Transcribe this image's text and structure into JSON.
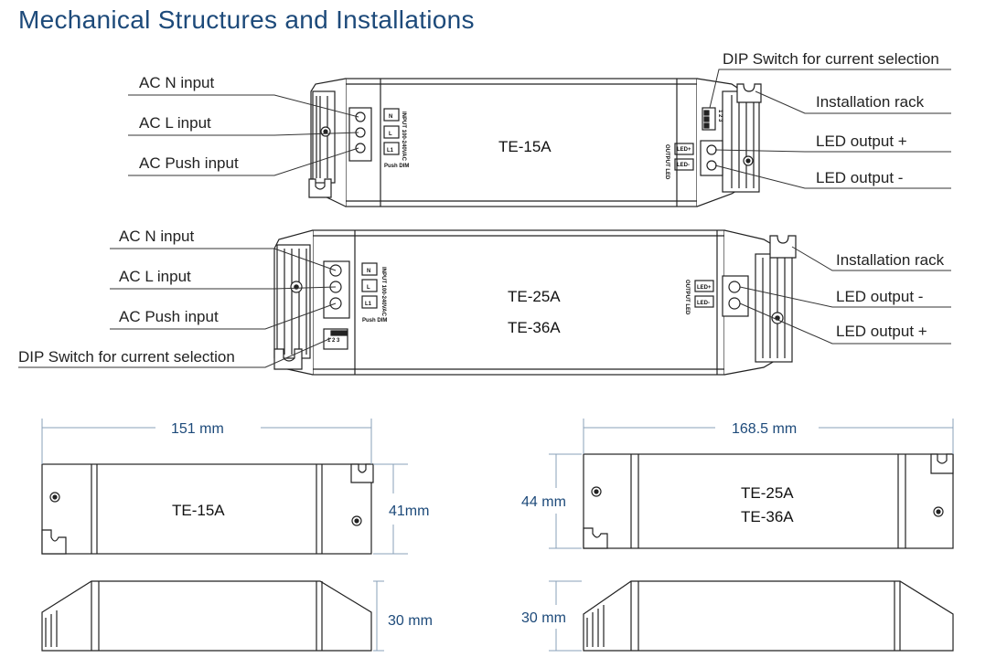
{
  "title": "Mechanical Structures and Installations",
  "top_device": {
    "model": "TE-15A",
    "labels": {
      "ac_n": "AC N input",
      "ac_l": "AC L input",
      "ac_push": "AC Push input",
      "dip": "DIP Switch for current selection",
      "rack": "Installation rack",
      "led_plus": "LED output +",
      "led_minus": "LED output -"
    },
    "terminals": [
      "N",
      "L",
      "L1"
    ],
    "input_text": "INPUT 100-240VAC",
    "push_text": "Push DIM",
    "led_terminals": [
      "LED+",
      "LED-"
    ],
    "led_text": "OUTPUT LED",
    "dip_numbers": "1 2 3"
  },
  "mid_device": {
    "model_1": "TE-25A",
    "model_2": "TE-36A",
    "labels": {
      "ac_n": "AC N input",
      "ac_l": "AC L input",
      "ac_push": "AC Push input",
      "dip": "DIP Switch for current selection",
      "rack": "Installation rack",
      "led_minus": "LED output -",
      "led_plus": "LED output +"
    },
    "terminals": [
      "N",
      "L",
      "L1"
    ],
    "input_text": "INPUT 100-240VAC",
    "push_text": "Push DIM",
    "led_terminals": [
      "LED+",
      "LED-"
    ],
    "led_text": "OUTPUT LED",
    "dip_numbers": "1 2 3"
  },
  "dims_left": {
    "model": "TE-15A",
    "length": "151 mm",
    "width": "41mm",
    "height": "30 mm"
  },
  "dims_right": {
    "model_1": "TE-25A",
    "model_2": "TE-36A",
    "length": "168.5 mm",
    "width": "44 mm",
    "height": "30 mm"
  },
  "colors": {
    "title": "#1d4a7a",
    "dimension": "#1d4a7a",
    "line": "#222222"
  }
}
